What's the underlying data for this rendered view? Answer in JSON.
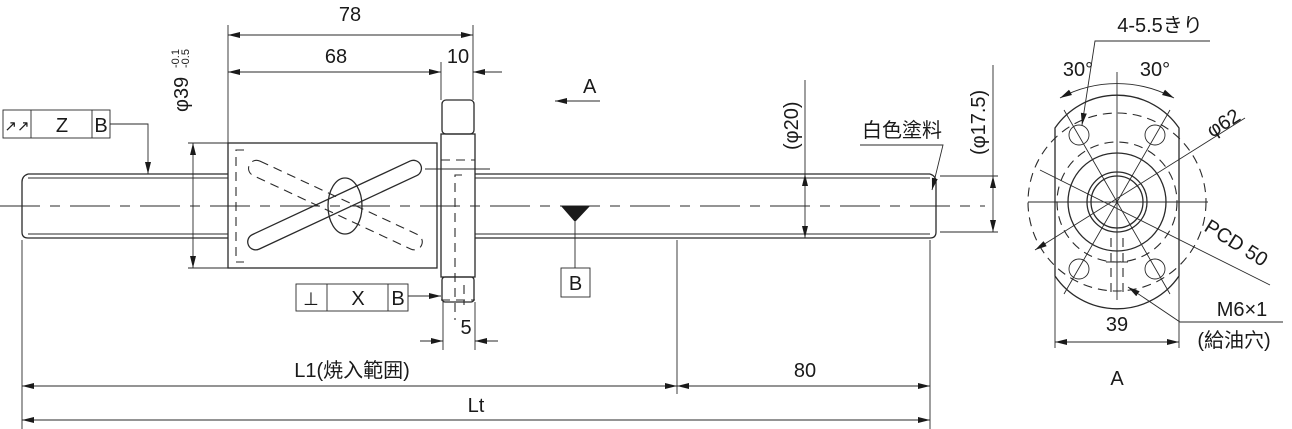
{
  "side_view": {
    "dim_overall_nut": "78",
    "dim_nut_body": "68",
    "dim_flange": "10",
    "dim_nut_diameter": "φ39",
    "dim_nut_tol_upper": "-0.1",
    "dim_nut_tol_lower": "-0.5",
    "view_arrow_label": "A",
    "runout_frame": {
      "symbol": "↗↗",
      "tolerance": "Z",
      "datum": "B"
    },
    "perp_frame": {
      "symbol": "⊥",
      "tolerance": "X",
      "datum": "B"
    },
    "datum_label": "B",
    "dim_flange_thickness": "5",
    "dim_shaft_diameter": "(φ20)",
    "dim_end_diameter": "(φ17.5)",
    "paint_note": "白色塗料",
    "dim_l1": "L1(焼入範囲)",
    "dim_end_length": "80",
    "dim_total": "Lt"
  },
  "end_view": {
    "holes_note": "4-5.5きり",
    "angle_left": "30°",
    "angle_right": "30°",
    "flange_diameter": "φ62",
    "pcd": "PCD 50",
    "oil_hole": "M6×1",
    "oil_hole_note": "(給油穴)",
    "flange_width": "39",
    "view_label": "A"
  }
}
